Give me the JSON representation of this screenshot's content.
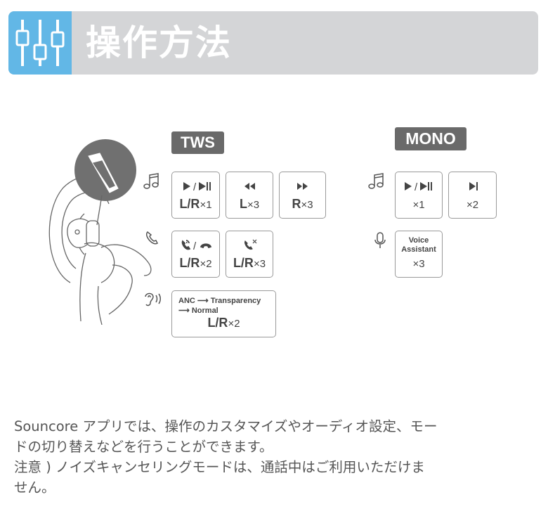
{
  "header": {
    "title": "操作方法",
    "icon": "sliders-icon"
  },
  "tws": {
    "tag": "TWS",
    "music_icon": "music-note-icon",
    "call_icon": "phone-icon",
    "anc_icon": "ear-icon",
    "buttons": [
      {
        "symbol": "▶/▶II",
        "side": "L/R",
        "times": "×1"
      },
      {
        "symbol": "◀◀",
        "side": "L",
        "times": "×3"
      },
      {
        "symbol": "▶▶",
        "side": "R",
        "times": "×3"
      },
      {
        "symbol": "answer/hang-up",
        "side": "L/R",
        "times": "×2"
      },
      {
        "symbol": "reject",
        "side": "L/R",
        "times": "×3"
      }
    ],
    "anc_button": {
      "line1_a": "ANC",
      "line1_b": "Transparency",
      "line2": "Normal",
      "side": "L/R",
      "times": "×2"
    }
  },
  "mono": {
    "tag": "MONO",
    "music_icon": "music-note-icon",
    "mic_icon": "microphone-icon",
    "buttons": [
      {
        "symbol": "▶/▶II",
        "times": "×1"
      },
      {
        "symbol": "▶I",
        "times": "×2"
      }
    ],
    "voice_button": {
      "line1": "Voice",
      "line2": "Assistant",
      "times": "×3"
    }
  },
  "description": {
    "lines": [
      "Souncore アプリでは、操作のカスタマイズやオーディオ設定、モー",
      "ドの切り替えなどを行うことができます。",
      "注意 ) ノイズキャンセリングモードは、通話中はご利用いただけま",
      "せん。"
    ]
  }
}
